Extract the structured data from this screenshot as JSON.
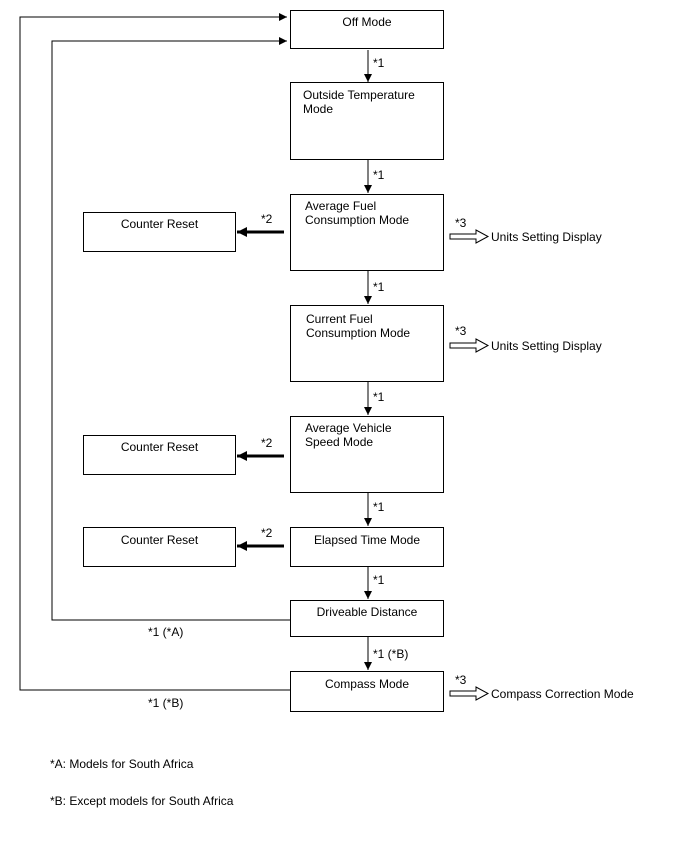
{
  "modes": {
    "off": "Off Mode",
    "outside_temp": "Outside Temperature\nMode",
    "avg_fuel": "Average Fuel\nConsumption Mode",
    "current_fuel": "Current Fuel\nConsumption Mode",
    "avg_speed": "Average Vehicle\nSpeed Mode",
    "elapsed": "Elapsed Time Mode",
    "driveable": "Driveable Distance",
    "compass": "Compass Mode"
  },
  "side_boxes": {
    "reset_1": "Counter Reset",
    "reset_2": "Counter Reset",
    "reset_3": "Counter Reset"
  },
  "right_targets": {
    "units_1": "Units Setting Display",
    "units_2": "Units Setting Display",
    "compass_correction": "Compass Correction Mode"
  },
  "arrow_labels": {
    "step_1": "*1",
    "step_2": "*1",
    "step_3": "*1",
    "step_4": "*1",
    "step_5": "*1",
    "step_6": "*1",
    "step_7": "*1 (*B)",
    "reset_1": "*2",
    "reset_2": "*2",
    "reset_3": "*2",
    "units_1": "*3",
    "units_2": "*3",
    "compass": "*3",
    "loop_a": "*1 (*A)",
    "loop_b": "*1 (*B)"
  },
  "footnotes": {
    "a": "*A: Models for South Africa",
    "b": "*B: Except models for South Africa"
  }
}
